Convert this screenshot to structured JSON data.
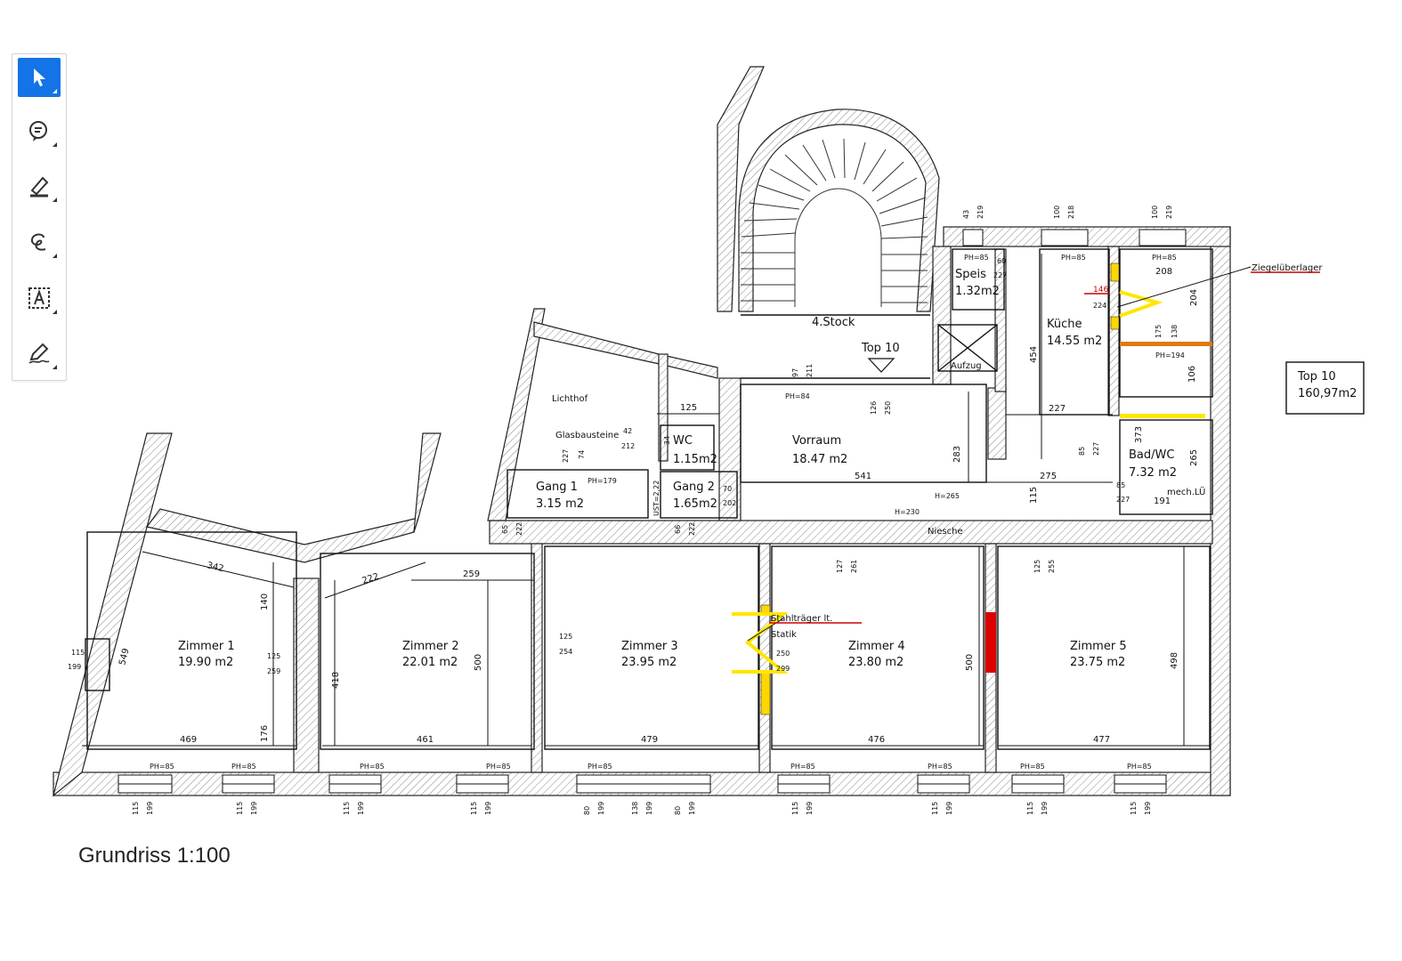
{
  "toolbar": {
    "tools": [
      {
        "icon": "select-arrow-icon",
        "active": true
      },
      {
        "icon": "comment-icon",
        "active": false
      },
      {
        "icon": "highlighter-icon",
        "active": false
      },
      {
        "icon": "freehand-draw-icon",
        "active": false
      },
      {
        "icon": "text-box-icon",
        "active": false
      },
      {
        "icon": "sign-pen-icon",
        "active": false
      }
    ]
  },
  "caption": "Grundriss 1:100",
  "summary": {
    "line1": "Top 10",
    "line2": "160,97m2"
  },
  "stair": {
    "floor": "4.Stock",
    "unit": "Top 10"
  },
  "rooms": {
    "zimmer1": {
      "name": "Zimmer 1",
      "area": "19.90 m2"
    },
    "zimmer2": {
      "name": "Zimmer 2",
      "area": "22.01 m2"
    },
    "zimmer3": {
      "name": "Zimmer 3",
      "area": "23.95 m2"
    },
    "zimmer4": {
      "name": "Zimmer 4",
      "area": "23.80 m2"
    },
    "zimmer5": {
      "name": "Zimmer 5",
      "area": "23.75 m2"
    },
    "vorraum": {
      "name": "Vorraum",
      "area": "18.47 m2"
    },
    "kueche": {
      "name": "Küche",
      "area": "14.55 m2"
    },
    "speis": {
      "name": "Speis",
      "area": "1.32m2"
    },
    "wc": {
      "name": "WC",
      "area": "1.15m2"
    },
    "gang1": {
      "name": "Gang 1",
      "area": "3.15 m2"
    },
    "gang2": {
      "name": "Gang 2",
      "area": "1.65m2"
    },
    "bad": {
      "name": "Bad/WC",
      "area": "7.32 m2"
    },
    "lichthof": {
      "name": "Lichthof"
    },
    "glasbausteine": {
      "name": "Glasbausteine"
    },
    "aufzug": {
      "name": "Aufzug"
    },
    "niesche": {
      "name": "Niesche"
    },
    "mechlu": {
      "name": "mech.LÜ"
    }
  },
  "annotations": {
    "ziegel": "Ziegelüberlager",
    "stahl1": "Stahlträger lt.",
    "stahl2": "Statik"
  },
  "dims": {
    "d342": "342",
    "d222a": "222",
    "d259": "259",
    "d549": "549",
    "d140": "140",
    "d125a": "125",
    "d259b": "259",
    "d176": "176",
    "d469": "469",
    "d418": "418",
    "d461": "461",
    "d500a": "500",
    "d479": "479",
    "d125b": "125",
    "d254": "254",
    "d250": "250",
    "d299": "299",
    "d476": "476",
    "d500b": "500",
    "d477": "477",
    "d498": "498",
    "d541": "541",
    "d283": "283",
    "d275": "275",
    "d115": "115",
    "d125c": "125",
    "d454": "454",
    "d227": "227",
    "d208": "208",
    "d204": "204",
    "d373": "373",
    "d265": "265",
    "d191": "191",
    "d106": "106",
    "d85": "85",
    "d227b": "227",
    "d65": "65",
    "d222b": "222",
    "d66": "66",
    "d222c": "222",
    "d127": "127",
    "d261": "261",
    "d125d": "125",
    "d255": "255",
    "d126": "126",
    "d250b": "250",
    "d97": "97",
    "d211": "211",
    "d43": "43",
    "d219": "219",
    "d100a": "100",
    "d218": "218",
    "d100b": "100",
    "d219b": "219",
    "d60": "60",
    "d227c": "227",
    "d42": "42",
    "d212": "212",
    "d227d": "227",
    "d74": "74",
    "d70": "70",
    "d202": "202",
    "d146": "146",
    "d224": "224",
    "d175": "175",
    "d138": "138",
    "d115l": "115",
    "d199l": "199",
    "d85b": "85",
    "d227e": "227"
  },
  "heights": {
    "ph85": "PH=85",
    "ph84": "PH=84",
    "ph179": "PH=179",
    "ph194": "PH=194",
    "h230": "H=230",
    "h265": "H=265",
    "ust": "UST=2,22",
    "d34": "34"
  },
  "bottom_windows": [
    {
      "a": "115",
      "b": "199"
    },
    {
      "a": "115",
      "b": "199"
    },
    {
      "a": "115",
      "b": "199"
    },
    {
      "a": "115",
      "b": "199"
    },
    {
      "a": "80",
      "b": "199"
    },
    {
      "a": "138",
      "b": "199"
    },
    {
      "a": "80",
      "b": "199"
    },
    {
      "a": "115",
      "b": "199"
    },
    {
      "a": "115",
      "b": "199"
    },
    {
      "a": "115",
      "b": "199"
    },
    {
      "a": "115",
      "b": "199"
    }
  ]
}
